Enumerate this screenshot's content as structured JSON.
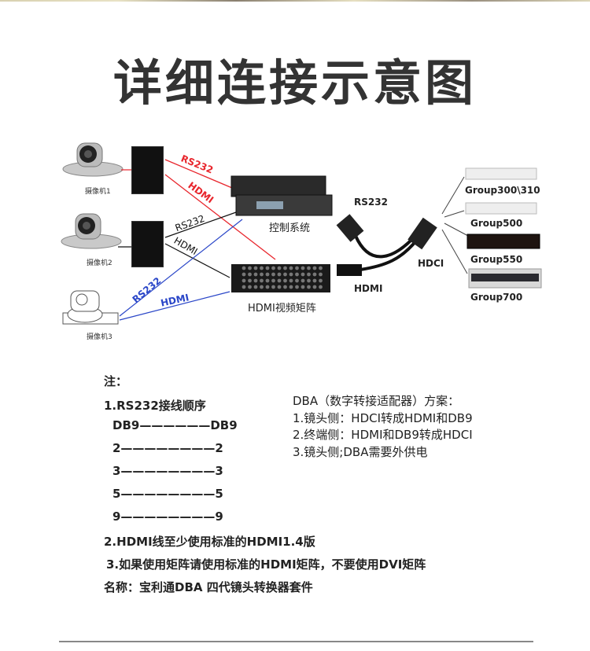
{
  "title": "详细连接示意图",
  "diagram": {
    "cameras": [
      "摄像机1",
      "摄像机2",
      "摄像机3"
    ],
    "control_system": "控制系统",
    "matrix": "HDMI视频矩阵",
    "links": {
      "cam1_rs232": "RS232",
      "cam1_hdmi": "HDMI",
      "cam2_rs232": "RS232",
      "cam2_hdmi": "HDMI",
      "cam3_rs232": "RS232",
      "cam3_hdmi": "HDMI"
    },
    "adapter": {
      "rs232": "RS232",
      "hdmi": "HDMI",
      "hdci": "HDCI"
    },
    "groups": [
      "Group300\\310",
      "Group500",
      "Group550",
      "Group700"
    ],
    "colors": {
      "red": "#e8262d",
      "blue": "#2a46c8",
      "black": "#111111"
    }
  },
  "notes": {
    "heading": "注：",
    "item1": "1.RS232接线顺序",
    "pin_header": "DB9——————DB9",
    "pins": [
      "2————————2",
      "3————————3",
      "5————————5",
      "9————————9"
    ],
    "item2": "2.HDMI线至少使用标准的HDMI1.4版",
    "item3": "3.如果使用矩阵请使用标准的HDMI矩阵，不要使用DVI矩阵",
    "name": "名称：宝利通DBA 四代镜头转换器套件"
  },
  "dba": {
    "heading": "DBA（数字转接适配器）方案：",
    "items": [
      "1.镜头侧：HDCI转成HDMI和DB9",
      "2.终端侧：HDMI和DB9转成HDCI",
      "3.镜头侧;DBA需要外供电"
    ]
  }
}
